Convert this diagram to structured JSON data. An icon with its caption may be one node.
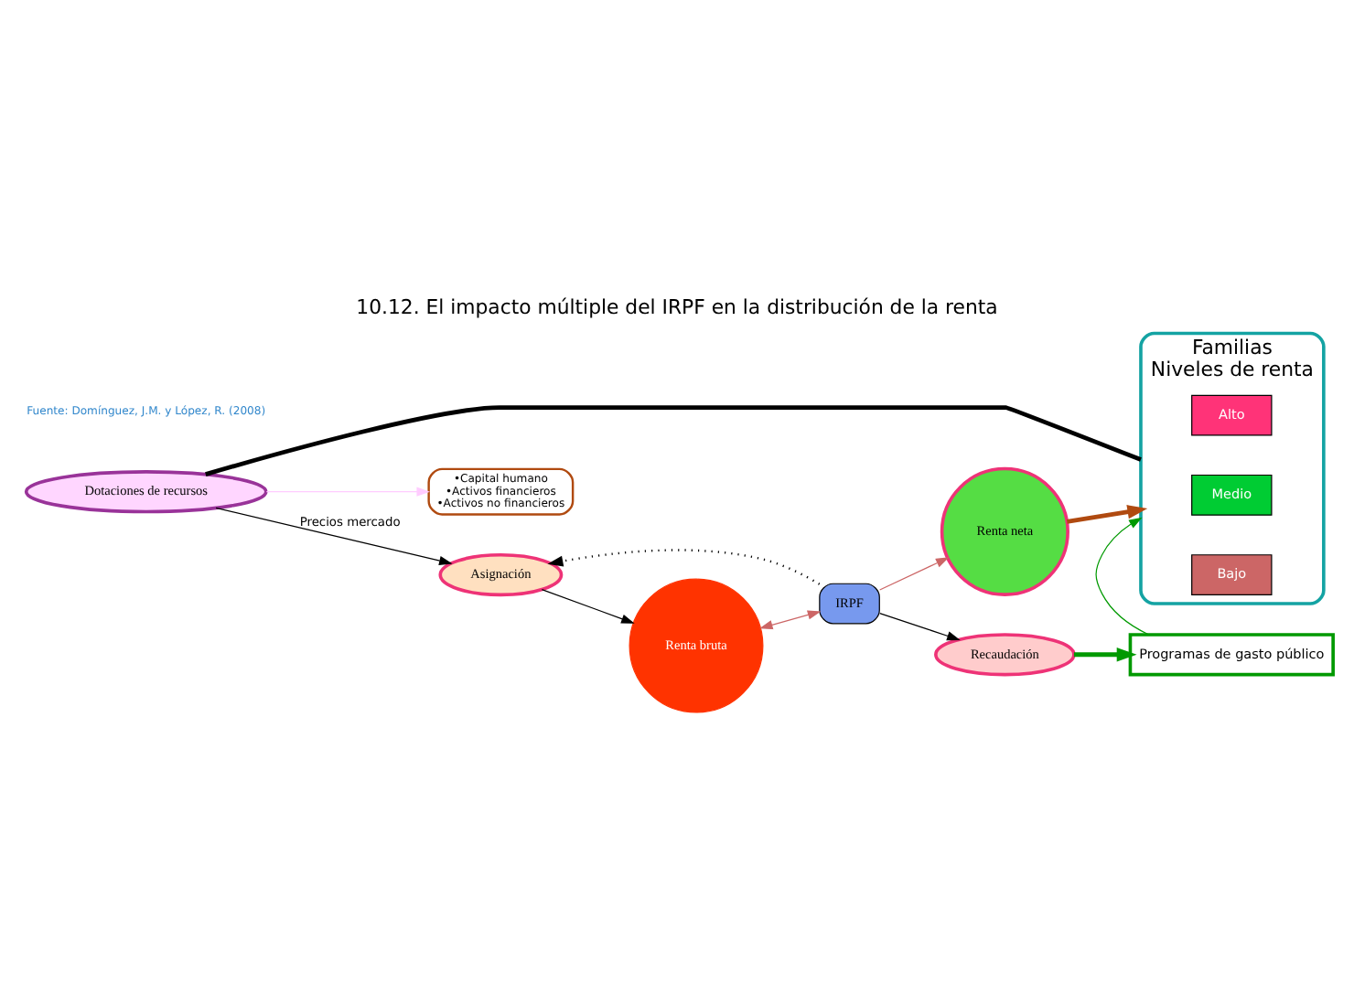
{
  "diagram": {
    "title": "10.12. El impacto múltiple del IRPF en la distribución de la renta",
    "caption": "Fuente: Domínguez, J.M. y López, R. (2008)",
    "nodes": [
      {
        "text": [
          "Familias",
          "Niveles de renta"
        ]
      },
      {
        "text": [
          "Alto"
        ],
        "in": 0
      },
      {
        "text": [
          "Medio"
        ],
        "in": 0
      },
      {
        "text": [
          "Bajo"
        ],
        "in": 0
      },
      {
        "text": [
          "Dotaciones de recursos"
        ]
      },
      {
        "text": [
          "•Capital humano",
          "•Activos financieros",
          "•Activos no financieros"
        ]
      },
      {
        "text": [
          "Asignación"
        ]
      },
      {
        "text": [
          "Renta bruta"
        ]
      },
      {
        "text": [
          "IRPF"
        ]
      },
      {
        "text": [
          "Recaudación"
        ]
      },
      {
        "text": [
          "Programas de gasto público"
        ]
      },
      {
        "text": [
          "Renta neta"
        ]
      }
    ],
    "edges": [
      {
        "from": 0,
        "to": 4,
        "arrow": "none",
        "style": "thick"
      },
      {
        "from": 4,
        "to": 6,
        "arrow": "to",
        "label": "Precios mercado"
      },
      {
        "from": 4,
        "to": 5,
        "arrow": "to",
        "color": "#ffccff"
      },
      {
        "from": 6,
        "to": 7,
        "arrow": "to"
      },
      {
        "from": 7,
        "to": 8,
        "arrow": "both",
        "color": "#cc6666"
      },
      {
        "from": 8,
        "to": 6,
        "arrow": "to",
        "style": "dashed"
      },
      {
        "from": 8,
        "to": 9,
        "arrow": "to"
      },
      {
        "from": 9,
        "to": 10,
        "arrow": "to",
        "color": "#009900",
        "style": "thick"
      },
      {
        "from": 10,
        "to": 0,
        "arrow": "to",
        "color": "#009900"
      },
      {
        "from": 8,
        "to": 11,
        "arrow": "to",
        "color": "#cc6666"
      },
      {
        "from": 11,
        "to": 0,
        "arrow": "to",
        "color": "#b04a10",
        "style": "thick"
      }
    ]
  }
}
